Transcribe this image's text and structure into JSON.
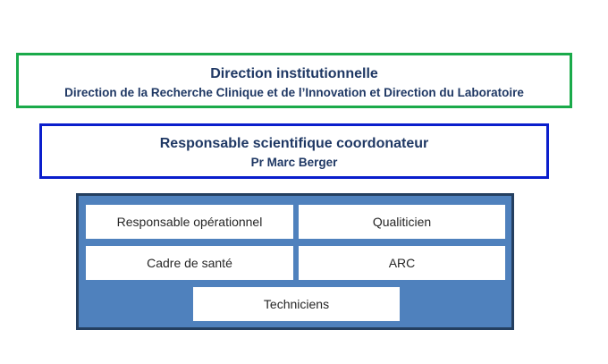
{
  "institutional": {
    "title": "Direction institutionnelle",
    "subtitle": "Direction de la Recherche Clinique et de l’Innovation et Direction du Laboratoire",
    "border_color": "#1aaa4a"
  },
  "scientific": {
    "title": "Responsable scientifique coordonateur",
    "subtitle": "Pr Marc Berger",
    "border_color": "#0a1ecc"
  },
  "team": {
    "panel_color": "#4f81bd",
    "panel_border_color": "#243f60",
    "roles": [
      "Responsable opérationnel",
      "Qualiticien",
      "Cadre de santé",
      "ARC",
      "Techniciens"
    ]
  },
  "text_color": "#1f3864"
}
